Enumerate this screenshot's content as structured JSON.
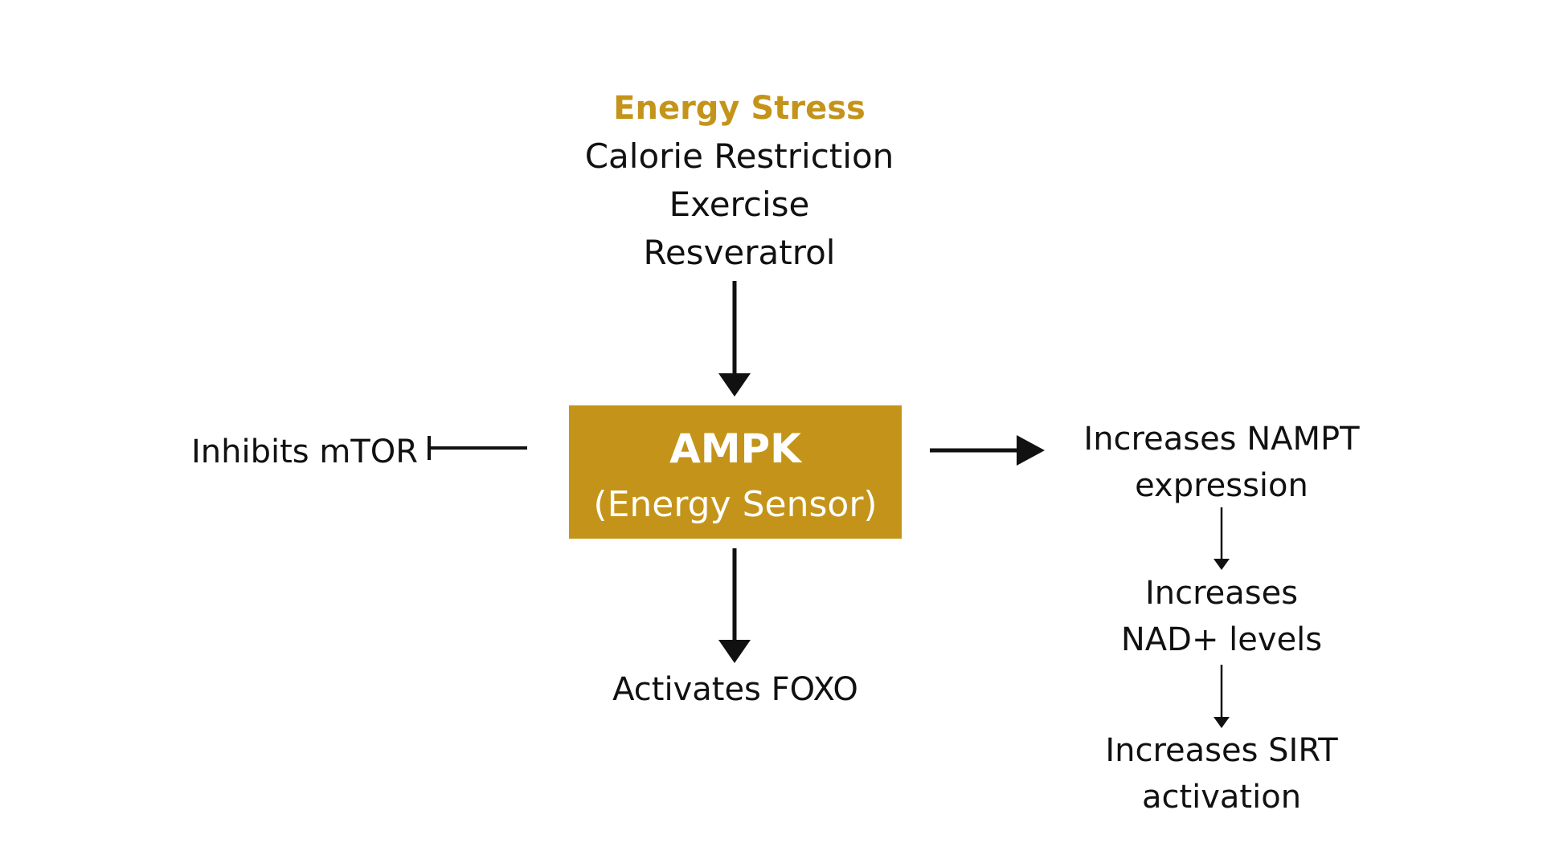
{
  "stress": {
    "title": "Energy Stress",
    "items": [
      "Calorie Restriction",
      "Exercise",
      "Resveratrol"
    ]
  },
  "ampk": {
    "name": "AMPK",
    "subtitle": "(Energy Sensor)"
  },
  "left": {
    "label": "Inhibits mTOR"
  },
  "bottom": {
    "label": "Activates FOXO"
  },
  "right": {
    "nampt": [
      "Increases NAMPT",
      "expression"
    ],
    "nad": [
      "Increases",
      "NAD+ levels"
    ],
    "sirt": [
      "Increases SIRT",
      "activation"
    ]
  },
  "colors": {
    "accent": "#C4941A",
    "text": "#111111",
    "background": "#ffffff"
  }
}
